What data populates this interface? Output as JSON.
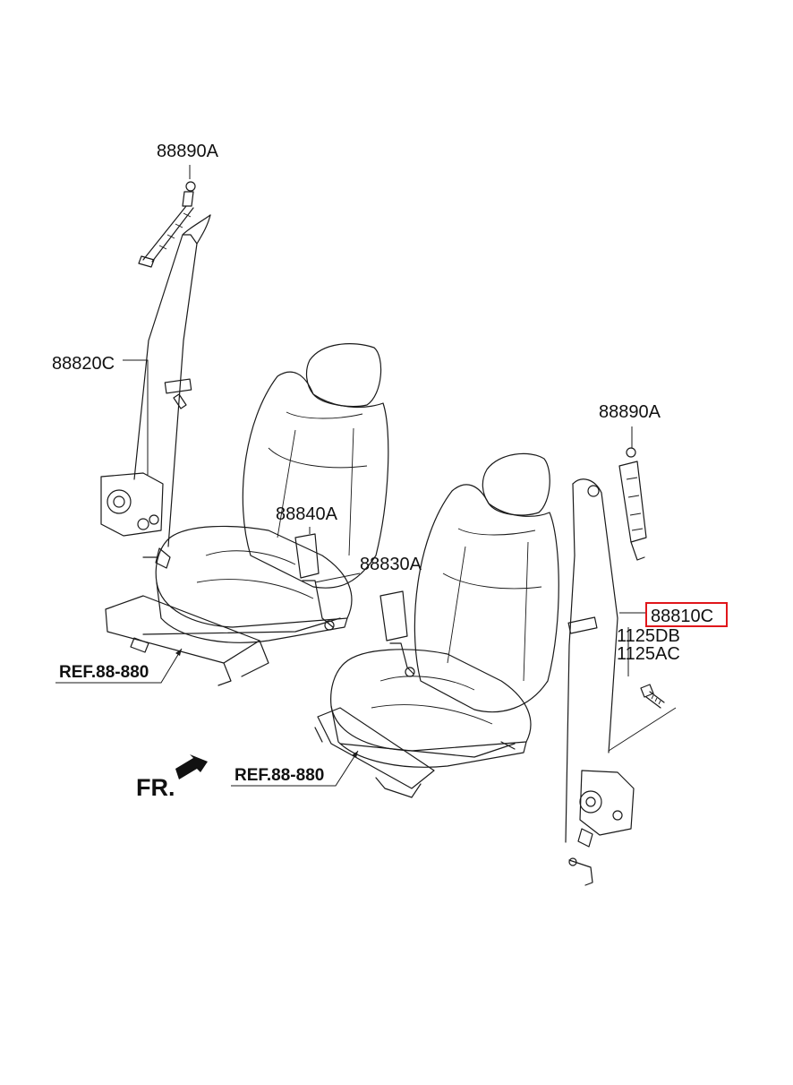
{
  "labels": {
    "anchor_top_left": "88890A",
    "belt_left": "88820C",
    "buckle_left": "88840A",
    "buckle_right": "88830A",
    "anchor_right": "88890A",
    "belt_right": "88810C",
    "bolt_a": "1125DB",
    "bolt_b": "1125AC",
    "ref_left": "REF.88-880",
    "ref_right": "REF.88-880",
    "front": "FR."
  },
  "highlight": {
    "part": "88810C",
    "color": "#e0161b"
  }
}
